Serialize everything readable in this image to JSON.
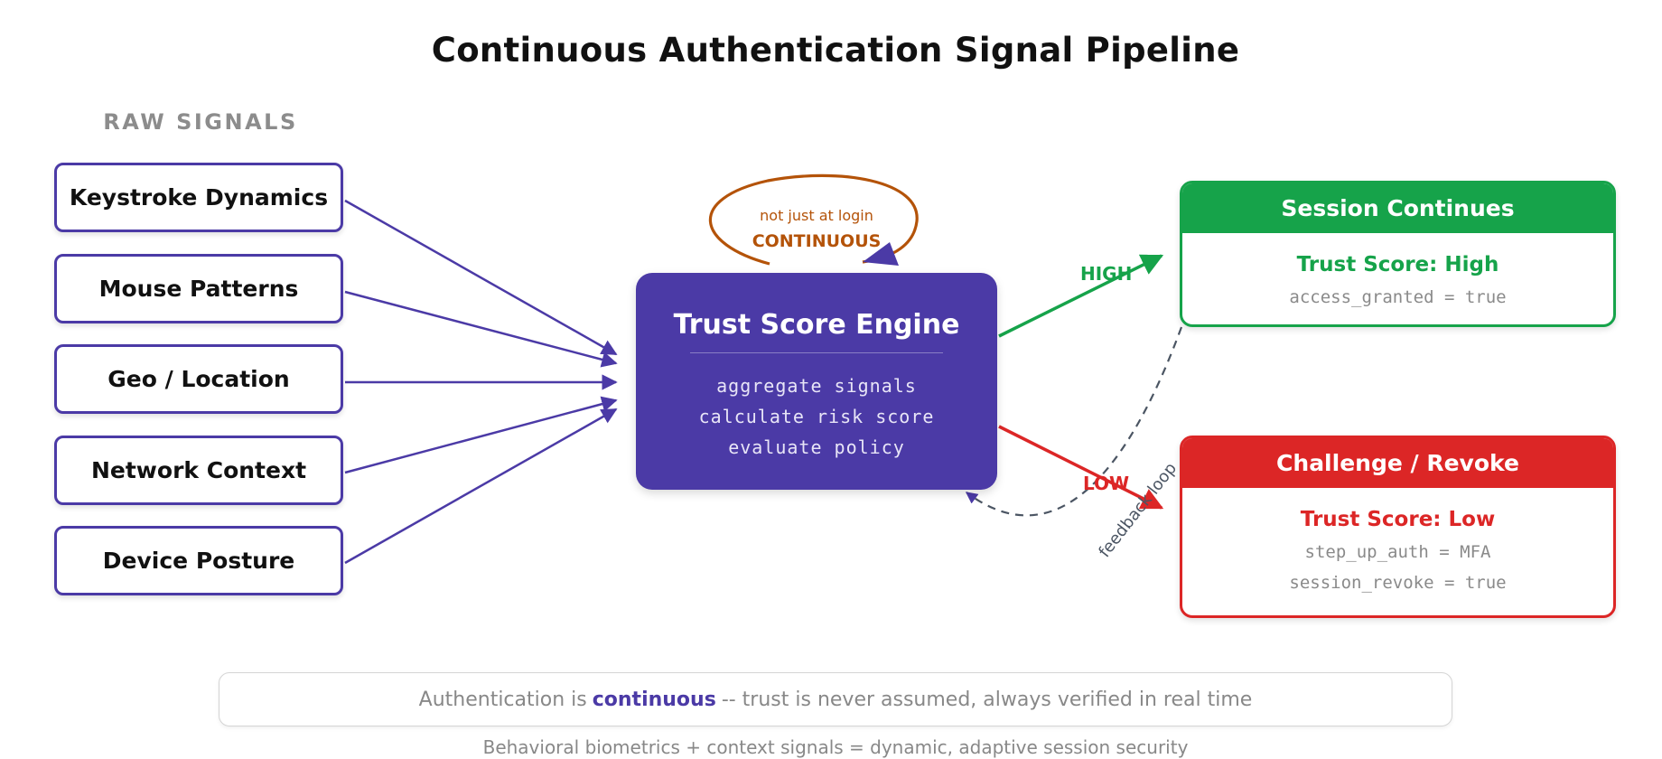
{
  "title": "Continuous Authentication Signal Pipeline",
  "section_label": "RAW SIGNALS",
  "signals": [
    "Keystroke Dynamics",
    "Mouse Patterns",
    "Geo / Location",
    "Network Context",
    "Device Posture"
  ],
  "engine": {
    "title": "Trust Score Engine",
    "lines": [
      "aggregate signals",
      "calculate risk score",
      "evaluate policy"
    ]
  },
  "loop": {
    "small": "not just at login",
    "big": "CONTINUOUS"
  },
  "edges": {
    "high": "HIGH",
    "low": "LOW",
    "feedback": "feedback loop"
  },
  "outcomes": {
    "continue": {
      "title": "Session Continues",
      "score": "Trust Score: High",
      "values": [
        "access_granted = true"
      ]
    },
    "revoke": {
      "title": "Challenge / Revoke",
      "score": "Trust Score: Low",
      "values": [
        "step_up_auth = MFA",
        "session_revoke = true"
      ]
    }
  },
  "banner": {
    "before": "Authentication is",
    "emphasis": "continuous",
    "after": "-- trust is never assumed, always verified in real time"
  },
  "footer": "Behavioral biometrics + context signals = dynamic, adaptive session security",
  "colors": {
    "purple": "#4b3aa6",
    "green": "#16a34a",
    "red": "#dc2626",
    "orange": "#b45309",
    "feedback": "#4b5563"
  }
}
